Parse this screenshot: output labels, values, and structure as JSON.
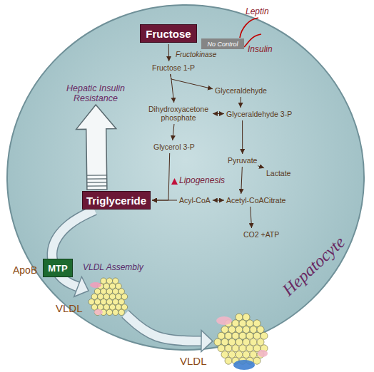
{
  "diagram": {
    "nodes": [
      {
        "text": [
          "Hepatocyte"
        ]
      },
      {
        "text": [
          "Fructose"
        ],
        "in": 0
      },
      {
        "text": [
          "No Control"
        ],
        "in": 0
      },
      {
        "text": [
          "Fructose 1-P"
        ],
        "in": 0
      },
      {
        "text": [
          "Hepatic Insulin Resistance"
        ],
        "in": 0
      },
      {
        "text": [
          "Glyceraldehyde"
        ],
        "in": 0
      },
      {
        "text": [
          "Dihydroxyacetone phosphate"
        ],
        "in": 0
      },
      {
        "text": [
          "Glyceraldehyde 3-P"
        ],
        "in": 0
      },
      {
        "text": [
          "Glycerol 3-P"
        ],
        "in": 0
      },
      {
        "text": [
          "Pyruvate"
        ],
        "in": 0
      },
      {
        "text": [
          "Lactate"
        ],
        "in": 0
      },
      {
        "text": [
          "Triglyceride"
        ],
        "in": 0
      },
      {
        "text": [
          "Acyl-CoA"
        ],
        "in": 0
      },
      {
        "text": [
          "Acetyl-CoACitrate"
        ],
        "in": 0
      },
      {
        "text": [
          "CO2 +ATP"
        ],
        "in": 0
      },
      {
        "text": [
          "MTP"
        ],
        "in": 0
      },
      {
        "text": [
          "VLDL"
        ],
        "in": 0
      },
      {
        "text": [
          "VLDL"
        ]
      }
    ],
    "edges": [
      {
        "from": 1,
        "to": 3,
        "label": "Fructokinase",
        "arrow": "to"
      },
      {
        "from": 3,
        "to": 5,
        "arrow": "to"
      },
      {
        "from": 3,
        "to": 6,
        "arrow": "to"
      },
      {
        "from": 5,
        "to": 7,
        "arrow": "to"
      },
      {
        "from": 6,
        "to": 7,
        "arrow": "both"
      },
      {
        "from": 6,
        "to": 8,
        "arrow": "to"
      },
      {
        "from": 7,
        "to": 9,
        "arrow": "to"
      },
      {
        "from": 9,
        "to": 10,
        "arrow": "to"
      },
      {
        "from": 9,
        "to": 13,
        "arrow": "to"
      },
      {
        "from": 12,
        "to": 13,
        "arrow": "both"
      },
      {
        "from": 13,
        "to": 14,
        "arrow": "to"
      },
      {
        "from": 8,
        "to": 11,
        "arrow": "to"
      },
      {
        "from": 12,
        "to": 11,
        "arrow": "to"
      },
      {
        "from": 11,
        "to": 4,
        "arrow": "to"
      },
      {
        "from": 11,
        "to": 16,
        "arrow": "to"
      },
      {
        "from": 16,
        "to": 17,
        "arrow": "to"
      }
    ],
    "labels": [
      "Leptin",
      "Insulin",
      "Lipogenesis",
      "ApoB",
      "VLDL Assembly"
    ]
  }
}
